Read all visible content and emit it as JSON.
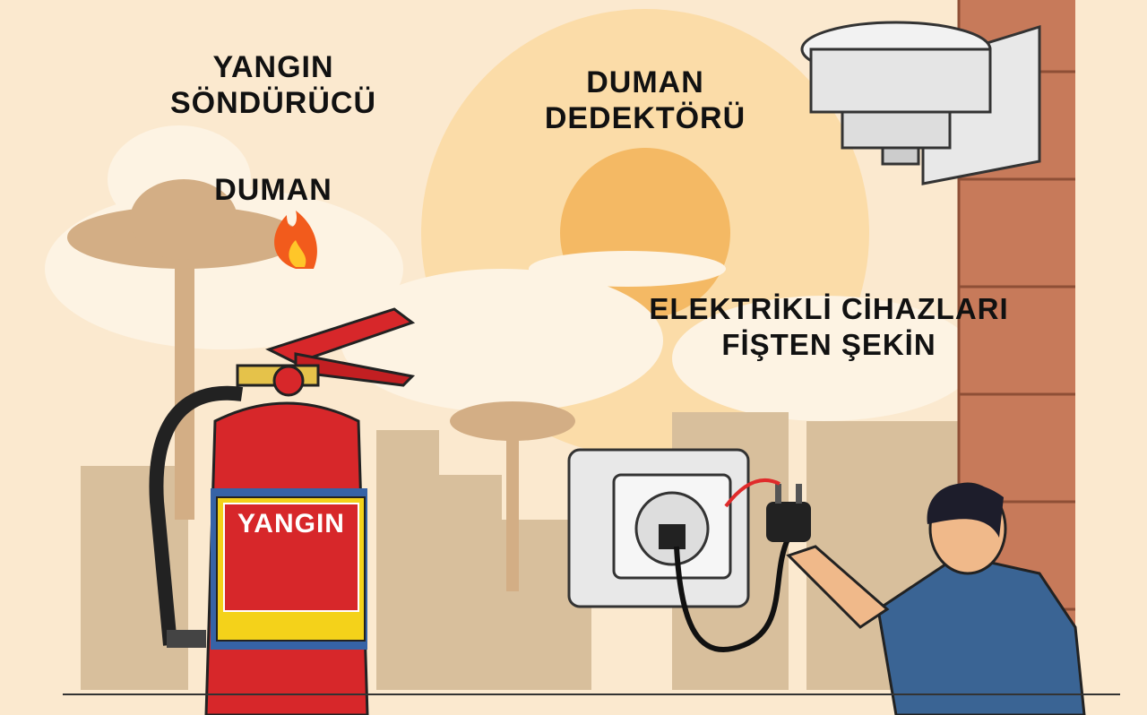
{
  "labels": {
    "extinguisher": [
      "YANGIN",
      "SÖNDÜRÜCÜ"
    ],
    "smoke": "DUMAN",
    "detector": [
      "DUMAN",
      "DEDEKTÖRÜ"
    ],
    "unplug": [
      "ELEKTRİKLİ CİHAZLARI",
      "FİŞTEN ŞEKİN"
    ],
    "extinguisher_label": "YANGIN"
  },
  "colors": {
    "background": "#fbe9cf",
    "sun": "#f4b964",
    "buildings": "#d8bf9c",
    "extinguisher": "#d7272a",
    "brick": "#c77a5a",
    "shirt": "#3a6494"
  }
}
